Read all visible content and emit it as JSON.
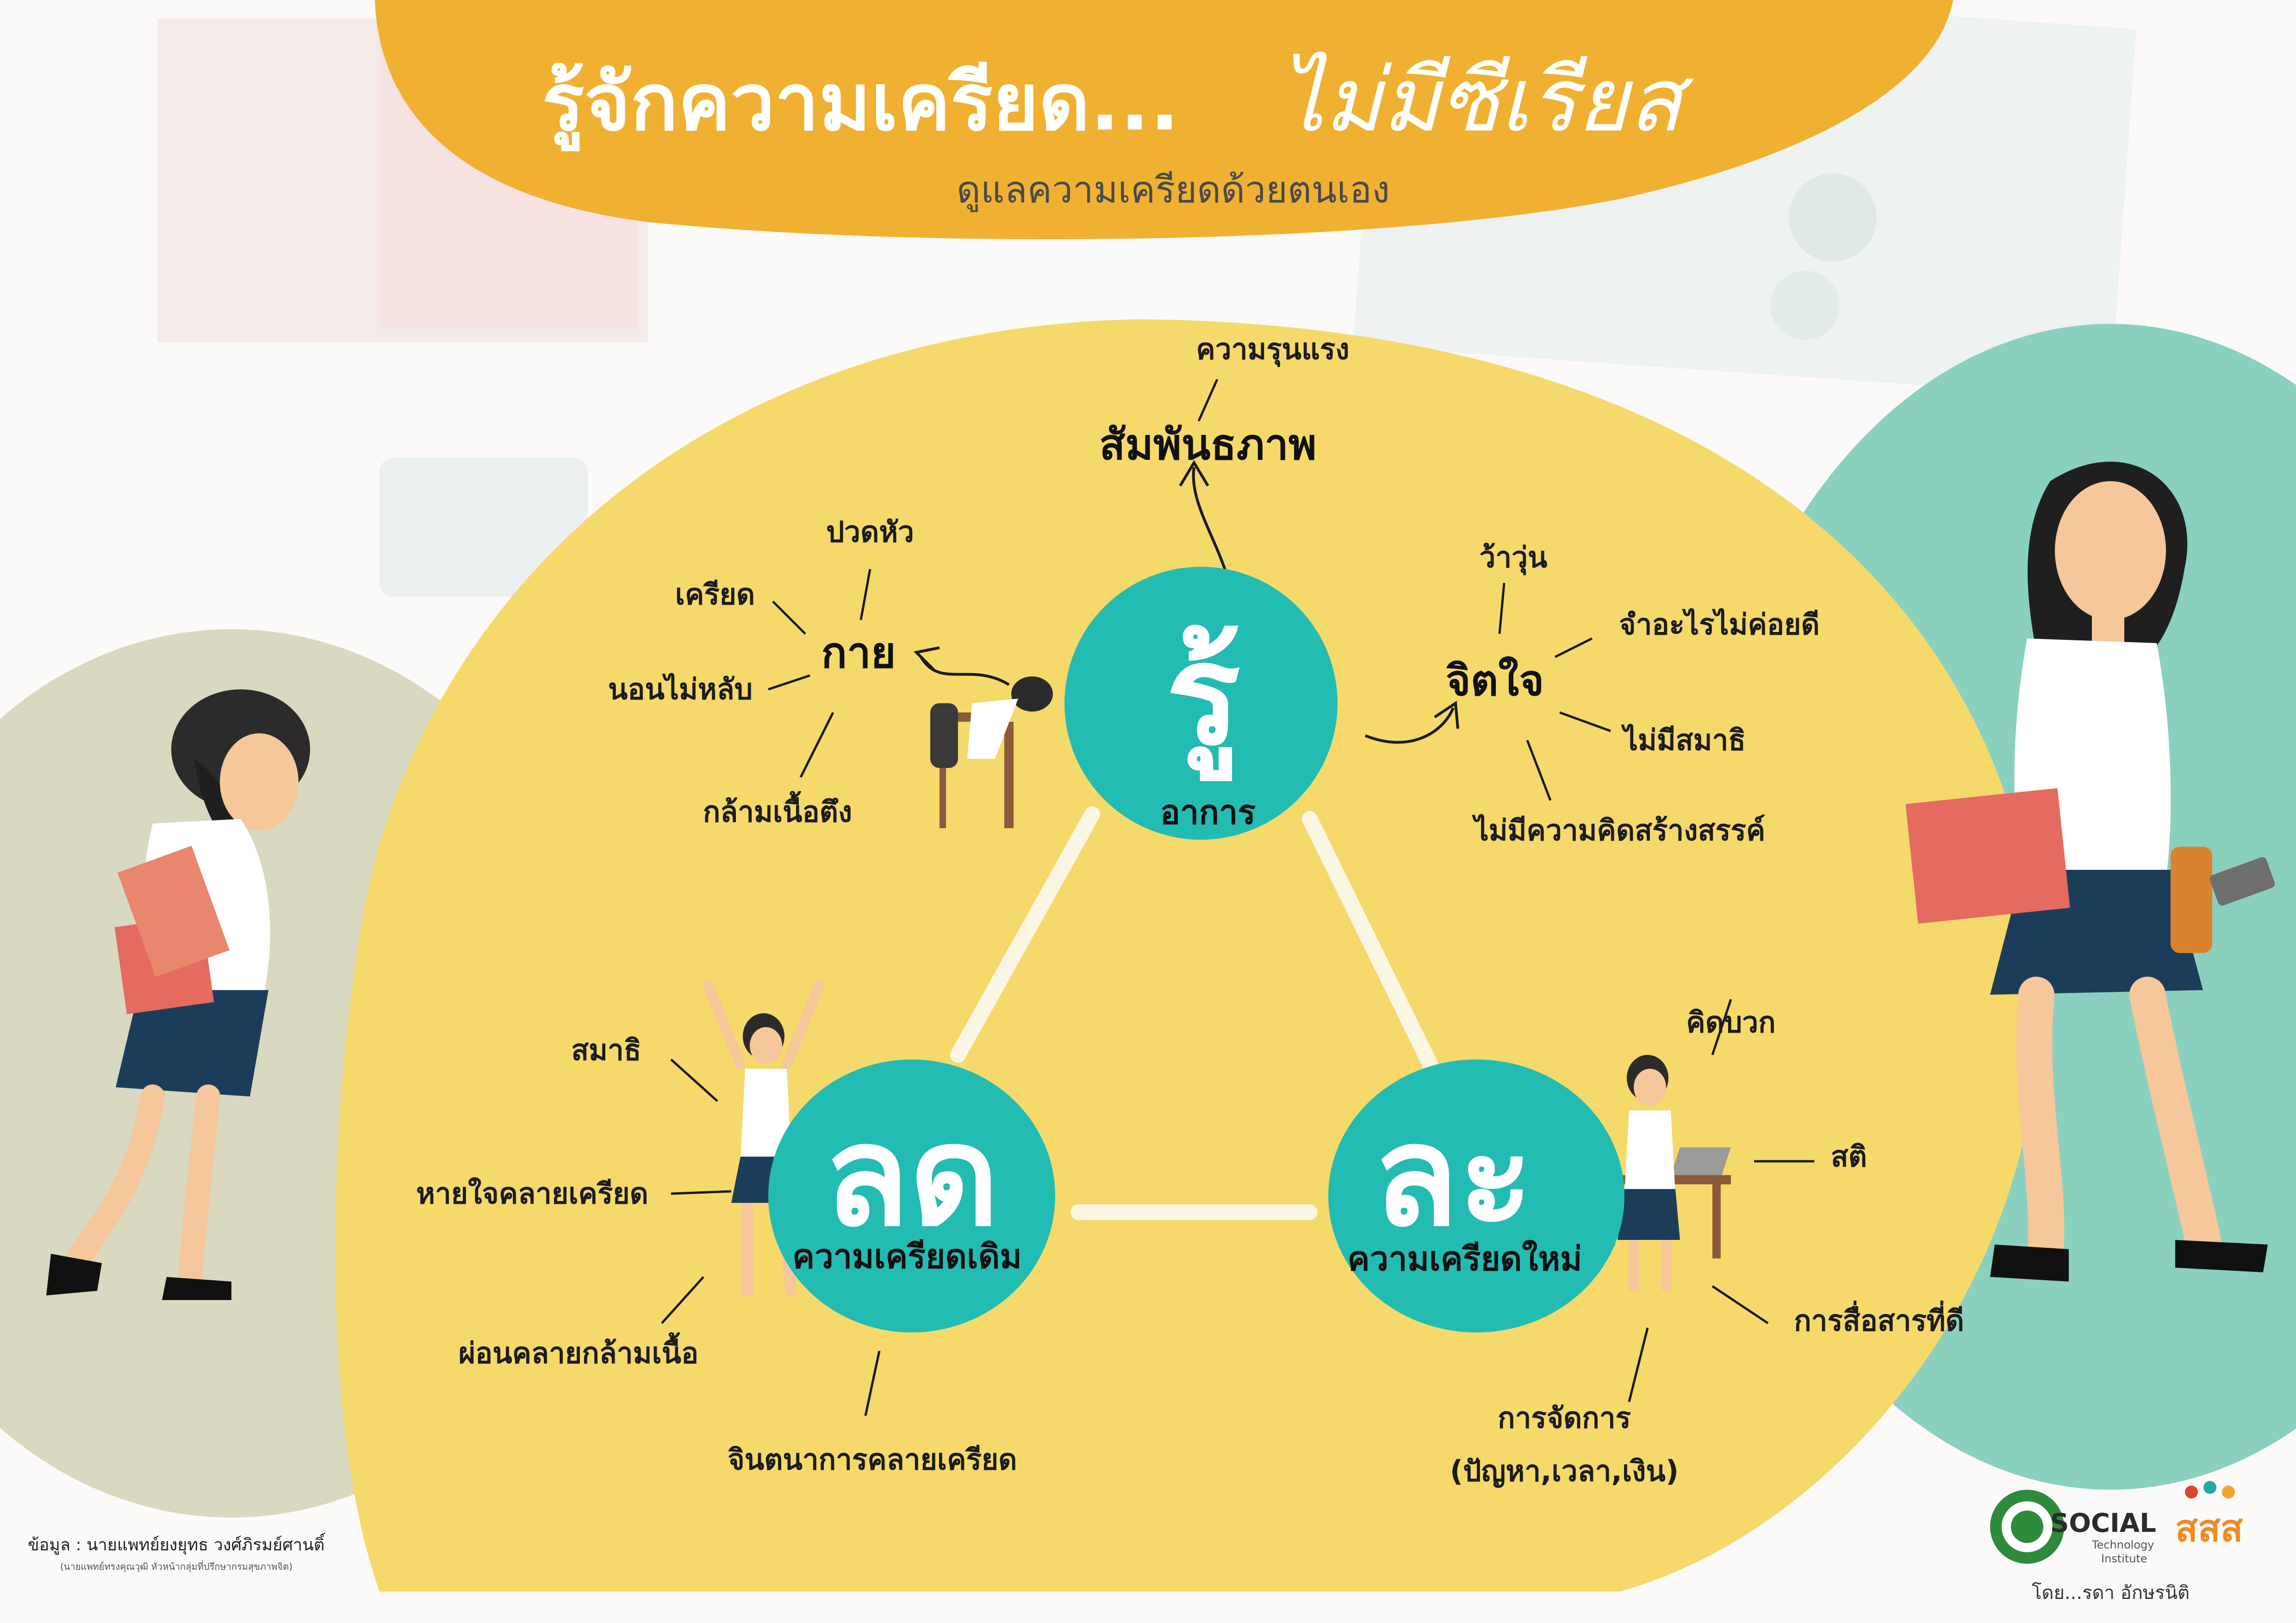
{
  "header": {
    "title_main": "รู้จักความเครียด...",
    "title_accent": "ไม่มีซีเรียส",
    "subtitle": "ดูแลความเครียดด้วยตนเอง"
  },
  "center": {
    "category": "สัมพันธภาพ",
    "category_item": "ความรุนแรง"
  },
  "know": {
    "letter": "รู้",
    "label": "อาการ",
    "body": {
      "title": "กาย",
      "items": [
        "ปวดหัว",
        "เครียด",
        "นอนไม่หลับ",
        "กล้ามเนื้อตึง"
      ]
    },
    "mind": {
      "title": "จิตใจ",
      "items": [
        "ว้าวุ่น",
        "จำอะไรไม่ค่อยดี",
        "ไม่มีสมาธิ",
        "ไม่มีความคิดสร้างสรรค์"
      ]
    }
  },
  "reduce": {
    "letter": "ลด",
    "label": "ความเครียดเดิม",
    "items": [
      "สมาธิ",
      "หายใจคลายเครียด",
      "ผ่อนคลายกล้ามเนื้อ",
      "จินตนาการคลายเครียด"
    ]
  },
  "quit": {
    "letter": "ละ",
    "label": "ความเครียดใหม่",
    "items": [
      "คิดบวก",
      "สติ",
      "การสื่อสารที่ดี",
      "การจัดการ",
      "(ปัญหา,เวลา,เงิน)"
    ]
  },
  "footer": {
    "source": "ข้อมูล : นายแพทย์ยงยุทธ วงศ์ภิรมย์ศานติ์",
    "source_note": "(นายแพทย์ทรงคุณวุฒิ หัวหน้ากลุ่มที่ปรึกษากรมสุขภาพจิต)",
    "credit": "โดย...รดา อักษรนิติ",
    "logos": {
      "social_big": "SOCIAL",
      "social_small1": "Technology",
      "social_small2": "Institute",
      "sss": "สสส"
    }
  },
  "colors": {
    "yellow": "#f5d96b",
    "orange_banner": "#f0b132",
    "teal": "#22bcb3",
    "mint": "#8ad0bf",
    "olive": "#d9d8c0"
  }
}
